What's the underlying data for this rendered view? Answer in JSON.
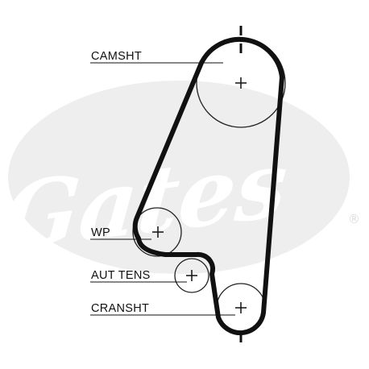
{
  "colors": {
    "background": "#ffffff",
    "watermark": "#eeeeee",
    "belt": "#111111",
    "pulley": "#222222",
    "label_text": "#111111"
  },
  "watermark": {
    "brand": "Gates",
    "registered_mark": "®"
  },
  "labels": {
    "camshaft": "CAMSHT",
    "water_pump": "WP",
    "auto_tensioner": "AUT TENS",
    "crankshaft": "CRANSHT"
  }
}
